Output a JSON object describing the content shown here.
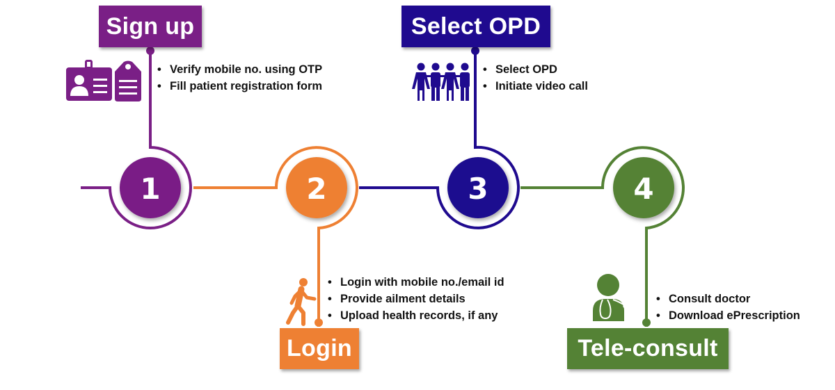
{
  "colors": {
    "step1": "#7a1f86",
    "step2": "#ee8033",
    "step3": "#1f0a8f",
    "step4": "#548235",
    "text": "#111111"
  },
  "steps": [
    {
      "number": "1",
      "title": "Sign up",
      "icon": "id-card-and-tag-icon",
      "bullets": [
        "Verify mobile no. using OTP",
        "Fill patient registration form"
      ]
    },
    {
      "number": "2",
      "title": "Login",
      "icon": "walking-person-icon",
      "bullets": [
        "Login with mobile no./email id",
        "Provide ailment details",
        "Upload health records, if any"
      ]
    },
    {
      "number": "3",
      "title": "Select OPD",
      "icon": "group-of-people-icon",
      "bullets": [
        "Select OPD",
        "Initiate video call"
      ]
    },
    {
      "number": "4",
      "title": "Tele-consult",
      "icon": "doctor-stethoscope-icon",
      "bullets": [
        "Consult doctor",
        "Download ePrescription"
      ]
    }
  ]
}
